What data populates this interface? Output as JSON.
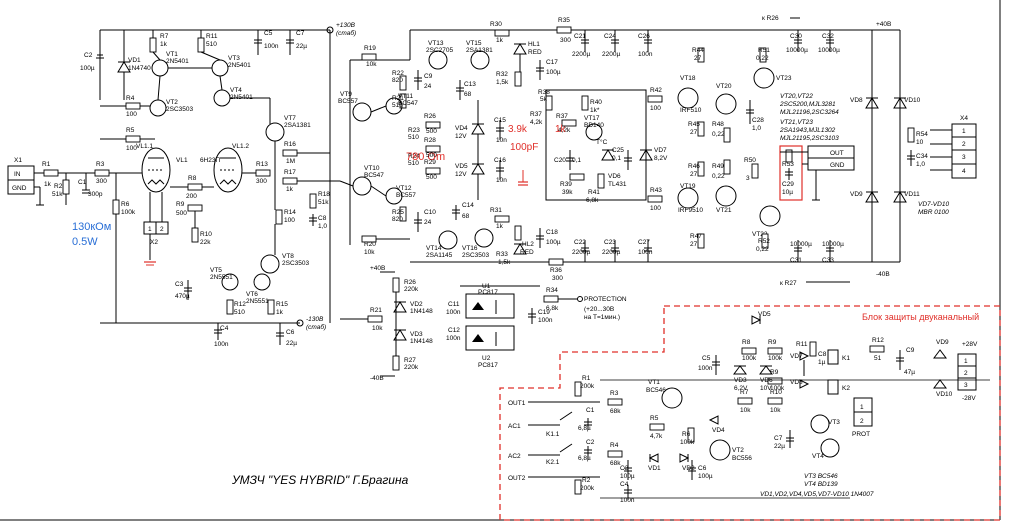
{
  "title": "УМЗЧ \"YES HYBRID\" Г.Брагина",
  "protection_block_title": "Блок защиты двуканальный",
  "annotations": {
    "r_grid": "130кОм",
    "r_grid_power": "0.5W",
    "r_bias": "780 Om",
    "r_fb": "3.9k",
    "c_fb": "100pF",
    "r_fb_extra": "1k"
  },
  "rails": {
    "p130": "+130В",
    "p130_sub": "(стаб)",
    "m130": "-130В",
    "m130_sub": "(стаб)",
    "p40": "+40В",
    "m40": "-40В",
    "p28": "+28V",
    "m28": "-28V",
    "r26": "к R26",
    "r27": "к R27"
  },
  "connectors": {
    "x1": "X1",
    "in": "IN",
    "gnd": "GND",
    "x2": "X2",
    "x4": "X4",
    "out": "OUT",
    "gnd2": "GND",
    "protection": "PROTECTION",
    "protection_note1": "(+20...30В",
    "protection_note2": "на Т=1мин.)",
    "prot": "PROT"
  },
  "parts": [
    {
      "id": "R1",
      "val": "1k"
    },
    {
      "id": "R2",
      "val": "51k"
    },
    {
      "id": "R3",
      "val": "300"
    },
    {
      "id": "C1",
      "val": "300p"
    },
    {
      "id": "R6",
      "val": "100k"
    },
    {
      "id": "R4",
      "val": "100"
    },
    {
      "id": "R5",
      "val": "100"
    },
    {
      "id": "R7",
      "val": "1k"
    },
    {
      "id": "R11",
      "val": "510"
    },
    {
      "id": "C2",
      "val": "100µ"
    },
    {
      "id": "VD1",
      "val": "1N4740"
    },
    {
      "id": "VT1",
      "val": "2N5401"
    },
    {
      "id": "VT2",
      "val": "2SC3503"
    },
    {
      "id": "VT3",
      "val": "2N5401"
    },
    {
      "id": "VT4",
      "val": "2N5401"
    },
    {
      "id": "C5",
      "val": "100n"
    },
    {
      "id": "C7",
      "val": "22µ"
    },
    {
      "id": "VL1.1",
      "val": ""
    },
    {
      "id": "VL1",
      "val": "6Н23П"
    },
    {
      "id": "VL1.2",
      "val": ""
    },
    {
      "id": "R8",
      "val": "200"
    },
    {
      "id": "R9",
      "val": "500"
    },
    {
      "id": "R10",
      "val": "22k"
    },
    {
      "id": "R13",
      "val": "300"
    },
    {
      "id": "R16",
      "val": "1M"
    },
    {
      "id": "R17",
      "val": "1k"
    },
    {
      "id": "R14",
      "val": "100"
    },
    {
      "id": "R18",
      "val": "51k"
    },
    {
      "id": "C8",
      "val": "1,0"
    },
    {
      "id": "VT7",
      "val": "2SA1381"
    },
    {
      "id": "VT8",
      "val": "2SC3503"
    },
    {
      "id": "VT5",
      "val": "2N5551"
    },
    {
      "id": "VT6",
      "val": "2N5551"
    },
    {
      "id": "R12",
      "val": "510"
    },
    {
      "id": "R15",
      "val": "1k"
    },
    {
      "id": "C3",
      "val": "470µ"
    },
    {
      "id": "C4",
      "val": "100n"
    },
    {
      "id": "C6",
      "val": "22µ"
    },
    {
      "id": "R19",
      "val": "10k"
    },
    {
      "id": "VT9",
      "val": "BC557"
    },
    {
      "id": "VT10",
      "val": "BC547"
    },
    {
      "id": "R20",
      "val": "10k"
    },
    {
      "id": "R22",
      "val": "820"
    },
    {
      "id": "R21",
      "val": "510"
    },
    {
      "id": "C9",
      "val": "24"
    },
    {
      "id": "VT11",
      "val": "BC547"
    },
    {
      "id": "VT12",
      "val": "BC557"
    },
    {
      "id": "R23",
      "val": "510"
    },
    {
      "id": "R24",
      "val": "510"
    },
    {
      "id": "R25",
      "val": "820"
    },
    {
      "id": "C10",
      "val": "24"
    },
    {
      "id": "VT13",
      "val": "2SC2705"
    },
    {
      "id": "VT14",
      "val": "2SA1145"
    },
    {
      "id": "VT15",
      "val": "2SA1381"
    },
    {
      "id": "VT16",
      "val": "2SC3503"
    },
    {
      "id": "R26",
      "val": "500"
    },
    {
      "id": "R28",
      "val": "500"
    },
    {
      "id": "R29",
      "val": "500"
    },
    {
      "id": "C13",
      "val": "68"
    },
    {
      "id": "C14",
      "val": "68"
    },
    {
      "id": "VD4",
      "val": "12V"
    },
    {
      "id": "VD5",
      "val": "12V"
    },
    {
      "id": "C15",
      "val": "10n"
    },
    {
      "id": "C16",
      "val": "10n"
    },
    {
      "id": "R30",
      "val": "1k"
    },
    {
      "id": "R31",
      "val": "1k"
    },
    {
      "id": "R32",
      "val": "1,5k"
    },
    {
      "id": "R33",
      "val": "1,5k"
    },
    {
      "id": "HL1",
      "val": "RED"
    },
    {
      "id": "HL2",
      "val": "RED"
    },
    {
      "id": "C17",
      "val": "100µ"
    },
    {
      "id": "C18",
      "val": "100µ"
    },
    {
      "id": "R35",
      "val": "300"
    },
    {
      "id": "R36",
      "val": "300"
    },
    {
      "id": "R37",
      "val": "4,2k"
    },
    {
      "id": "R38",
      "val": "5k"
    },
    {
      "id": "R39",
      "val": "39k"
    },
    {
      "id": "R40",
      "val": "1k*"
    },
    {
      "id": "R41",
      "val": "6,8k"
    },
    {
      "id": "C20",
      "val": "0,1"
    },
    {
      "id": "VT17",
      "val": "BD140"
    },
    {
      "id": "VD6",
      "val": "TL431"
    },
    {
      "id": "C25",
      "val": "0,1"
    },
    {
      "id": "VD7",
      "val": "8,2V"
    },
    {
      "id": "C21",
      "val": "2200µ"
    },
    {
      "id": "C22",
      "val": "2200µ"
    },
    {
      "id": "C23",
      "val": "2200µ"
    },
    {
      "id": "C24",
      "val": "2200µ"
    },
    {
      "id": "C26",
      "val": "100n"
    },
    {
      "id": "C27",
      "val": "100n"
    },
    {
      "id": "R42",
      "val": "100"
    },
    {
      "id": "R43",
      "val": "100"
    },
    {
      "id": "VT18",
      "val": "IRF510"
    },
    {
      "id": "VT19",
      "val": "IRF9510"
    },
    {
      "id": "R44",
      "val": "27"
    },
    {
      "id": "R45",
      "val": "27"
    },
    {
      "id": "R46",
      "val": "27"
    },
    {
      "id": "R47",
      "val": "27"
    },
    {
      "id": "R48",
      "val": "0,22"
    },
    {
      "id": "R49",
      "val": "0,22"
    },
    {
      "id": "R50",
      "val": "3"
    },
    {
      "id": "R51",
      "val": "0,22"
    },
    {
      "id": "R52",
      "val": "0,22"
    },
    {
      "id": "VT20",
      "val": ""
    },
    {
      "id": "VT21",
      "val": ""
    },
    {
      "id": "VT22",
      "val": ""
    },
    {
      "id": "VT23",
      "val": ""
    },
    {
      "id": "C28",
      "val": "1,0"
    },
    {
      "id": "R53",
      "val": "10"
    },
    {
      "id": "C29",
      "val": "10µ"
    },
    {
      "id": "C30",
      "val": "10000µ"
    },
    {
      "id": "C31",
      "val": "10000µ"
    },
    {
      "id": "C32",
      "val": "10000µ"
    },
    {
      "id": "C33",
      "val": "10000µ"
    },
    {
      "id": "VD8",
      "val": ""
    },
    {
      "id": "VD9",
      "val": ""
    },
    {
      "id": "VD10",
      "val": ""
    },
    {
      "id": "VD11",
      "val": ""
    },
    {
      "id": "R54",
      "val": "10"
    },
    {
      "id": "C34",
      "val": "1,0"
    }
  ],
  "output_notes": [
    "VT20,VT22",
    "2SC5200,MJL3281",
    "MJL21196,2SC3264",
    "VT21,VT23",
    "2SA1943,MJL1302",
    "MJL21195,2SC3103"
  ],
  "diode_note": [
    "VD7-VD10",
    "MBR 0100"
  ],
  "protect_parts": [
    {
      "id": "R26",
      "val": "220k"
    },
    {
      "id": "R27",
      "val": "220k"
    },
    {
      "id": "R21",
      "val": "10k"
    },
    {
      "id": "VD2",
      "val": "1N4148"
    },
    {
      "id": "VD3",
      "val": "1N4148"
    },
    {
      "id": "C11",
      "val": "100n"
    },
    {
      "id": "C12",
      "val": "100n"
    },
    {
      "id": "U1",
      "val": "PC817"
    },
    {
      "id": "U2",
      "val": "PC817"
    },
    {
      "id": "R34",
      "val": "6,8k"
    },
    {
      "id": "C19",
      "val": "100n"
    }
  ],
  "protection_block": {
    "labels": [
      "OUT1",
      "AC1",
      "AC2",
      "OUT2",
      "K1.1",
      "K2.1"
    ],
    "parts": [
      {
        "id": "R1",
        "val": "200k"
      },
      {
        "id": "C1",
        "val": "6,8µ"
      },
      {
        "id": "C2",
        "val": "6,8µ"
      },
      {
        "id": "R3",
        "val": "68k"
      },
      {
        "id": "R4",
        "val": "68k"
      },
      {
        "id": "R2",
        "val": "200k"
      },
      {
        "id": "C3",
        "val": "100µ"
      },
      {
        "id": "C4",
        "val": "100n"
      },
      {
        "id": "VT1",
        "val": "BC546"
      },
      {
        "id": "R5",
        "val": "4,7k"
      },
      {
        "id": "VD1",
        "val": ""
      },
      {
        "id": "VD2",
        "val": ""
      },
      {
        "id": "VD4",
        "val": ""
      },
      {
        "id": "VT2",
        "val": "BC556"
      },
      {
        "id": "R6",
        "val": "100k"
      },
      {
        "id": "C6",
        "val": "100µ"
      },
      {
        "id": "R7",
        "val": "10k"
      },
      {
        "id": "R9",
        "val": "100k"
      },
      {
        "id": "R10",
        "val": "10k"
      },
      {
        "id": "VD5",
        "val": ""
      },
      {
        "id": "R8",
        "val": "100k"
      },
      {
        "id": "VD3",
        "val": "6,2V"
      },
      {
        "id": "VD6",
        "val": "10V"
      },
      {
        "id": "C5",
        "val": "100n"
      },
      {
        "id": "C7",
        "val": "22µ"
      },
      {
        "id": "VT3",
        "val": "BC546"
      },
      {
        "id": "VT4",
        "val": "BD139"
      },
      {
        "id": "R11",
        "val": ""
      },
      {
        "id": "C8",
        "val": "1µ"
      },
      {
        "id": "VD7",
        "val": ""
      },
      {
        "id": "VD8",
        "val": ""
      },
      {
        "id": "K1",
        "val": ""
      },
      {
        "id": "K2",
        "val": ""
      },
      {
        "id": "R12",
        "val": "51"
      },
      {
        "id": "C9",
        "val": "47µ"
      },
      {
        "id": "VD9",
        "val": ""
      },
      {
        "id": "VD10",
        "val": ""
      }
    ],
    "notes": [
      "VT3 BC546",
      "VT4 BD139",
      "VD1,VD2,VD4,VD5,VD7-VD10 1N4007"
    ]
  }
}
